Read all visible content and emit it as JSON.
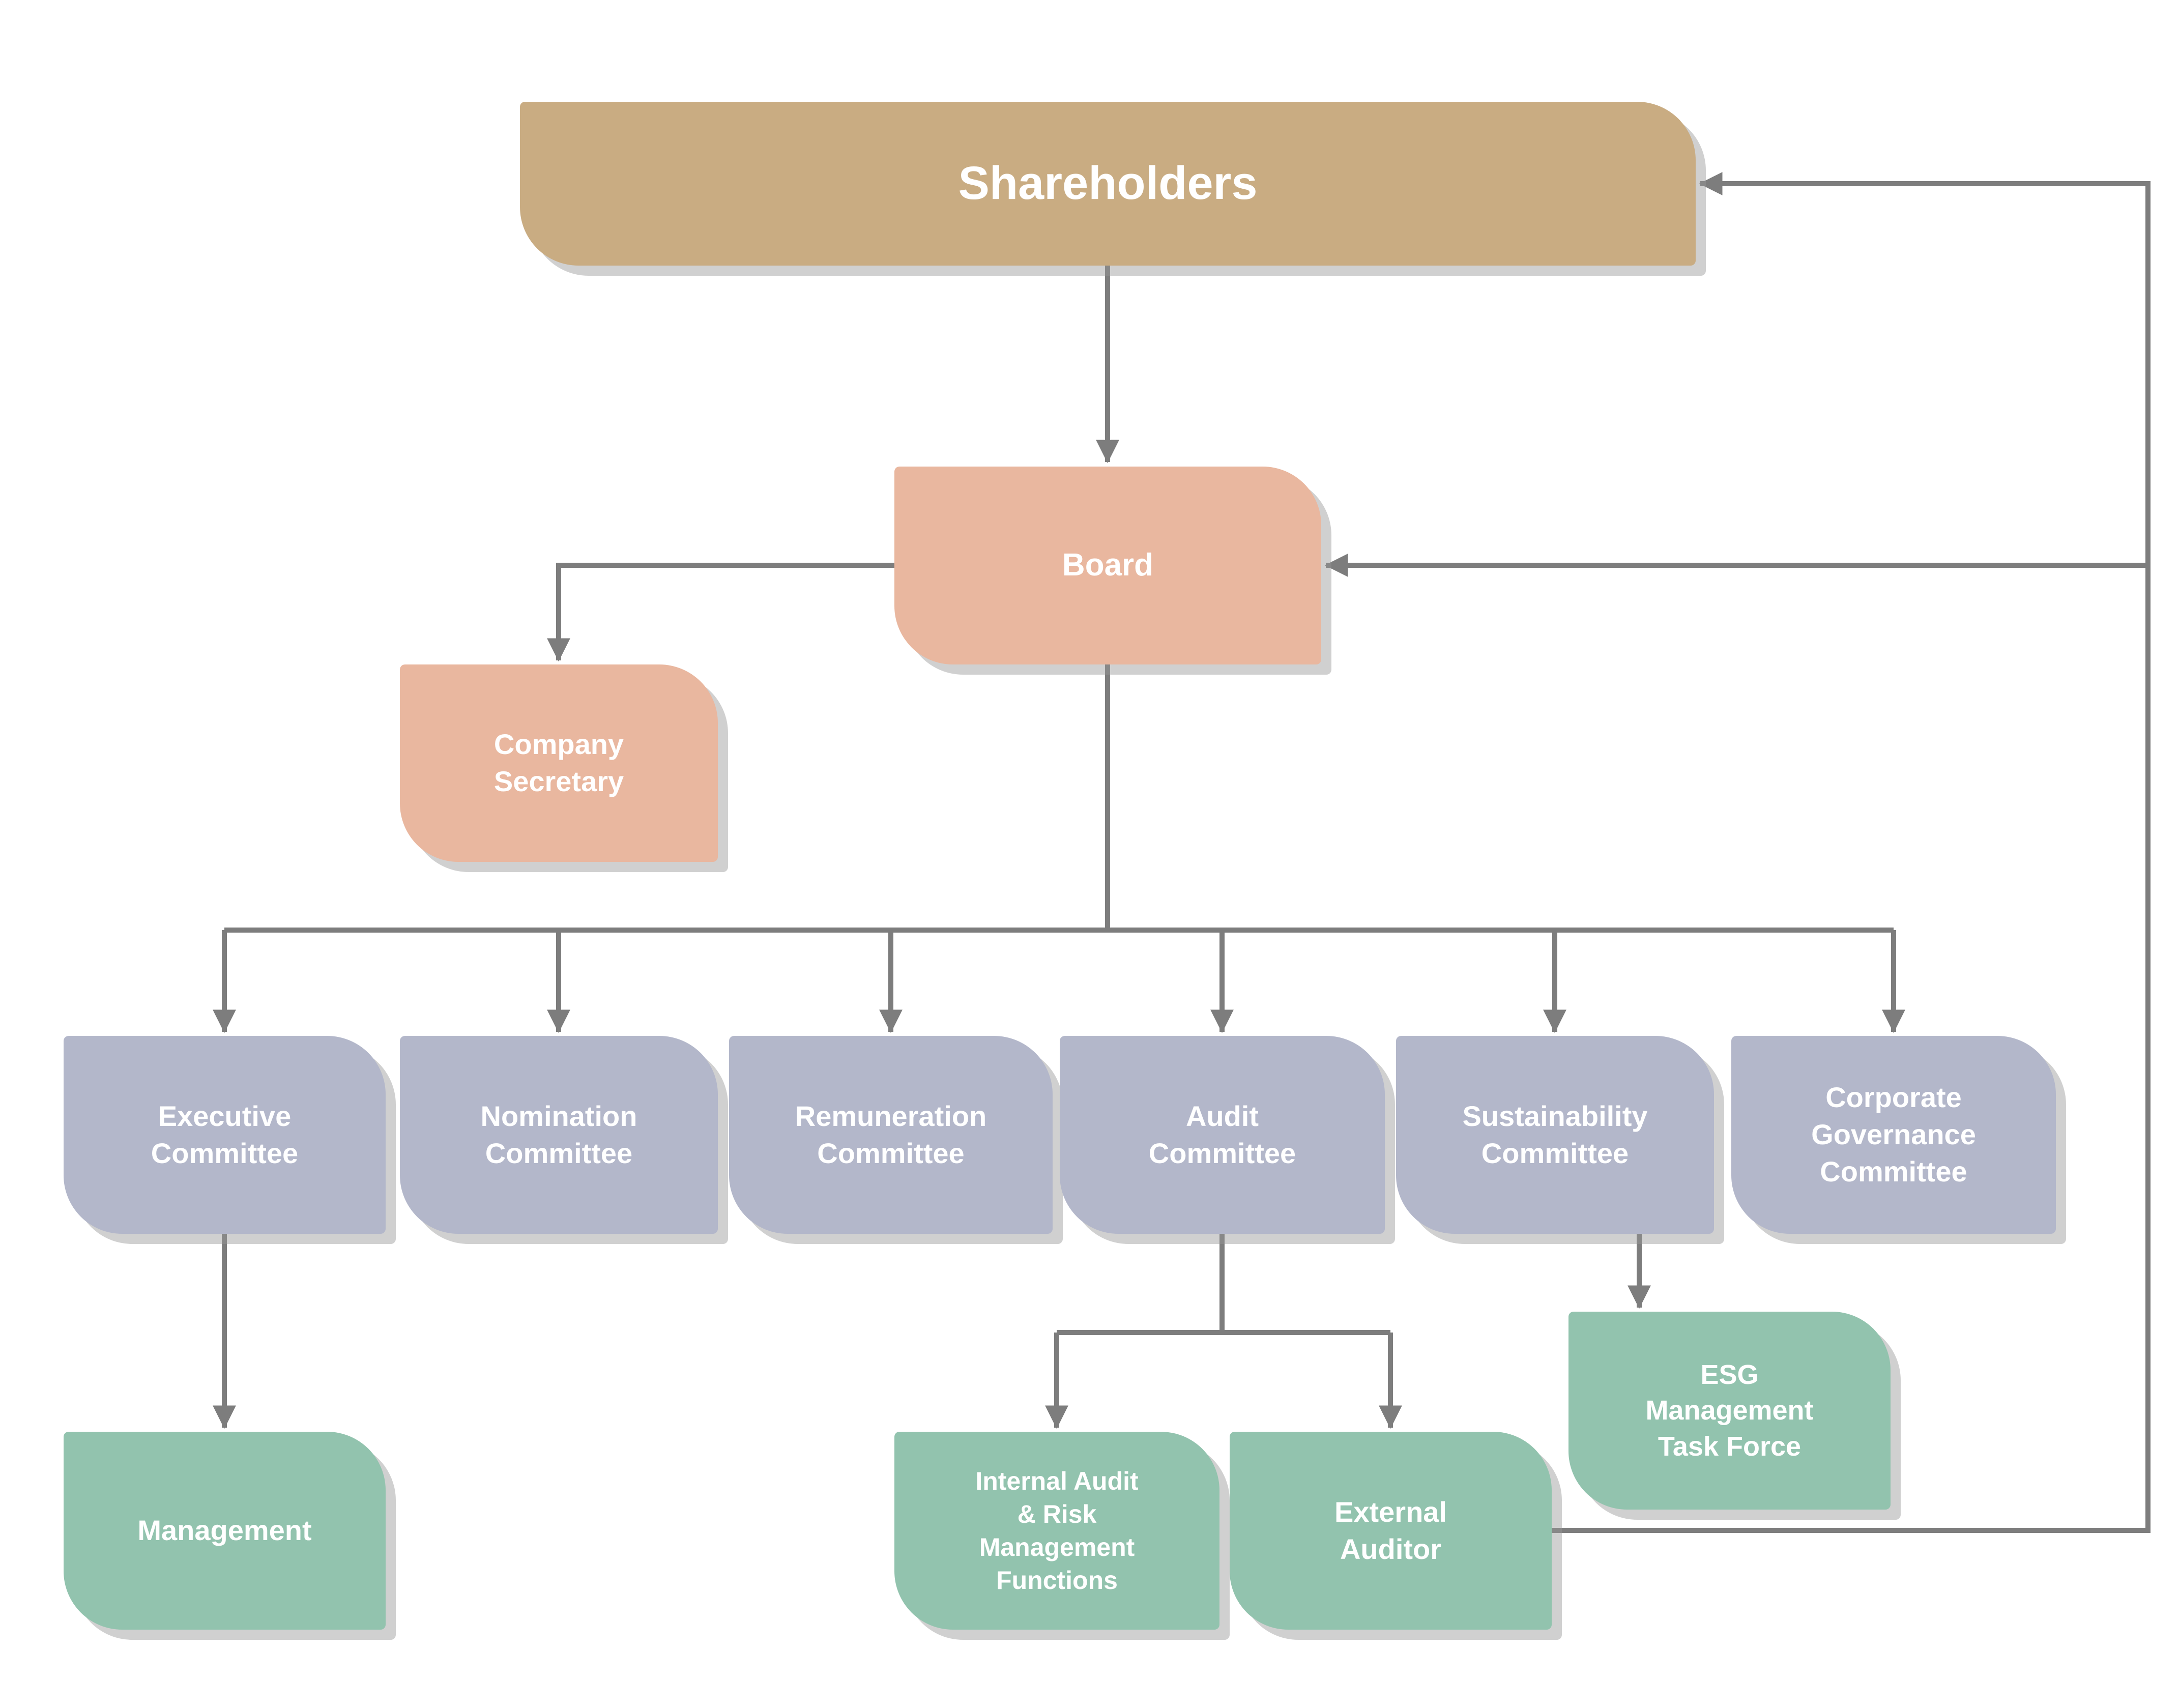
{
  "nodes": {
    "shareholders": {
      "label": "Shareholders"
    },
    "board": {
      "label": "Board"
    },
    "company_secretary": {
      "label": "Company\nSecretary"
    },
    "executive_committee": {
      "label": "Executive\nCommittee"
    },
    "nomination_committee": {
      "label": "Nomination\nCommittee"
    },
    "remuneration_committee": {
      "label": "Remuneration\nCommittee"
    },
    "audit_committee": {
      "label": "Audit\nCommittee"
    },
    "sustainability_committee": {
      "label": "Sustainability\nCommittee"
    },
    "corporate_governance_committee": {
      "label": "Corporate\nGovernance\nCommittee"
    },
    "management": {
      "label": "Management"
    },
    "internal_audit_risk": {
      "label": "Internal Audit\n& Risk\nManagement\nFunctions"
    },
    "external_auditor": {
      "label": "External\nAuditor"
    },
    "esg_task_force": {
      "label": "ESG\nManagement\nTask Force"
    }
  },
  "edges": [
    {
      "from": "shareholders",
      "to": "board"
    },
    {
      "from": "board",
      "to": "company_secretary"
    },
    {
      "from": "board",
      "to": "executive_committee"
    },
    {
      "from": "board",
      "to": "nomination_committee"
    },
    {
      "from": "board",
      "to": "remuneration_committee"
    },
    {
      "from": "board",
      "to": "audit_committee"
    },
    {
      "from": "board",
      "to": "sustainability_committee"
    },
    {
      "from": "board",
      "to": "corporate_governance_committee"
    },
    {
      "from": "executive_committee",
      "to": "management"
    },
    {
      "from": "audit_committee",
      "to": "internal_audit_risk"
    },
    {
      "from": "audit_committee",
      "to": "external_auditor"
    },
    {
      "from": "sustainability_committee",
      "to": "esg_task_force"
    },
    {
      "from": "external_auditor",
      "to": "board"
    },
    {
      "from": "external_auditor",
      "to": "shareholders"
    }
  ],
  "colors": {
    "shareholders": "#c9ac82",
    "board": "#e9b79f",
    "committee": "#b3b7ca",
    "function": "#92c3ae",
    "connector": "#7d7d7d",
    "label_text": "#ffffff",
    "background": "#ffffff"
  }
}
